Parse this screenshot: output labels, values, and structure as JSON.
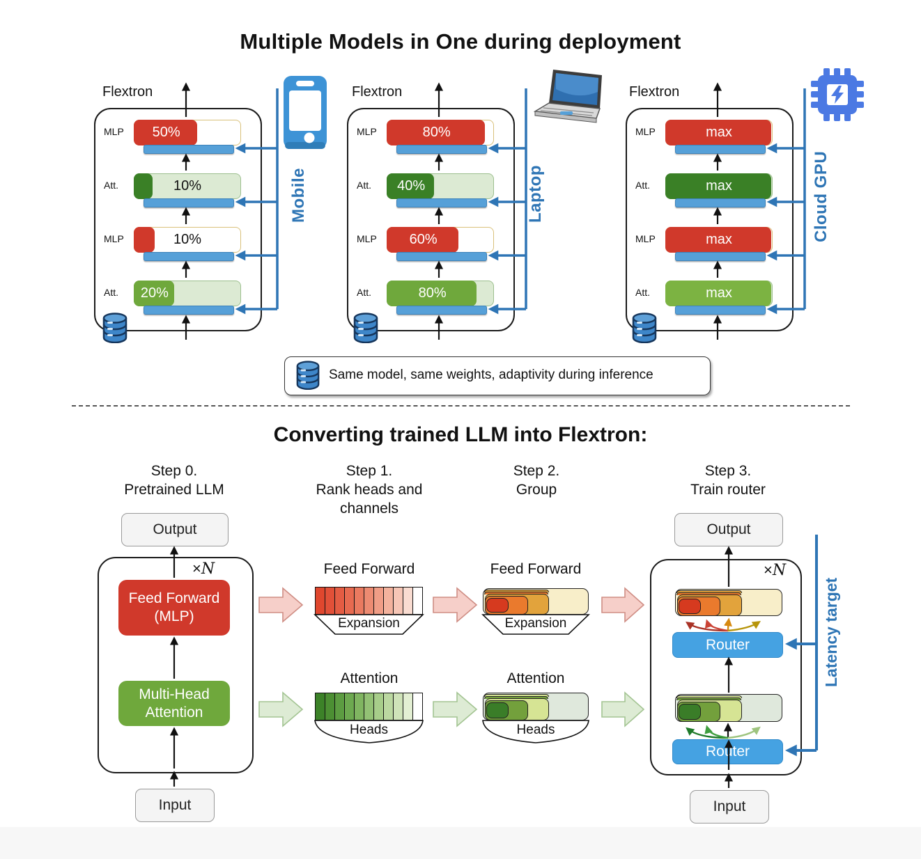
{
  "colors": {
    "red": "#d0392b",
    "greenDark": "#3a8026",
    "greenMid": "#6fa83c",
    "greenLight": "#7cb342",
    "attBg": "#dcead3",
    "attBorder": "#9cbf8e",
    "mlpBorder": "#d9c07a",
    "blueBar": "#56a0d8",
    "blueBarEdge": "#3c82ba",
    "lineBlue": "#2e75b5",
    "devBlue": "#3d93d6",
    "chipBlue": "#4b79e3",
    "routerBlue": "#45a2e2",
    "routerEdge": "#2f88c8",
    "cream": "#f8eec9",
    "amber": "#e2a33c",
    "orangeN": "#ea7a2d",
    "redN": "#d63a1f",
    "attC": "#dfe8dc",
    "attL": "#d6e494",
    "attM": "#73a03c",
    "attD": "#3a7d28",
    "ff_cells": [
      "#e0472e",
      "#e25038",
      "#e45c43",
      "#e76a50",
      "#ea7a60",
      "#ed8b72",
      "#f09d86",
      "#f3b29d",
      "#f6c6b6",
      "#f9dcd1",
      "#ffffff"
    ],
    "att_cells": [
      "#3c8228",
      "#4c8f33",
      "#5c9c41",
      "#6da950",
      "#80b561",
      "#93c175",
      "#a7cd8a",
      "#bbd8a1",
      "#cfe3b9",
      "#e3efd3",
      "#ffffff"
    ]
  },
  "top": {
    "title": "Multiple Models in One during deployment",
    "legend": "Same model, same weights, adaptivity during inference",
    "panels": [
      {
        "name": "Flextron",
        "device": "Mobile",
        "layers": [
          {
            "label": "MLP",
            "value": "50%",
            "fill": 60,
            "span": 60,
            "color": "#d0392b",
            "text": "#ffffff"
          },
          {
            "label": "Att.",
            "value": "10%",
            "fill": 18,
            "span": 100,
            "color": "#3a8026",
            "text": "#111111"
          },
          {
            "label": "MLP",
            "value": "10%",
            "fill": 20,
            "span": 100,
            "color": "#d0392b",
            "text": "#111111"
          },
          {
            "label": "Att.",
            "value": "20%",
            "fill": 38,
            "span": 38,
            "color": "#6fa83c",
            "text": "#ffffff"
          }
        ]
      },
      {
        "name": "Flextron",
        "device": "Laptop",
        "layers": [
          {
            "label": "MLP",
            "value": "80%",
            "fill": 93,
            "span": 93,
            "color": "#d0392b",
            "text": "#ffffff"
          },
          {
            "label": "Att.",
            "value": "40%",
            "fill": 45,
            "span": 45,
            "color": "#3a8026",
            "text": "#ffffff"
          },
          {
            "label": "MLP",
            "value": "60%",
            "fill": 68,
            "span": 68,
            "color": "#d0392b",
            "text": "#ffffff"
          },
          {
            "label": "Att.",
            "value": "80%",
            "fill": 85,
            "span": 85,
            "color": "#6fa83c",
            "text": "#ffffff"
          }
        ]
      },
      {
        "name": "Flextron",
        "device": "Cloud GPU",
        "layers": [
          {
            "label": "MLP",
            "value": "max",
            "fill": 100,
            "span": 100,
            "color": "#d0392b",
            "text": "#ffffff"
          },
          {
            "label": "Att.",
            "value": "max",
            "fill": 100,
            "span": 100,
            "color": "#3a8026",
            "text": "#ffffff"
          },
          {
            "label": "MLP",
            "value": "max",
            "fill": 100,
            "span": 100,
            "color": "#d0392b",
            "text": "#ffffff"
          },
          {
            "label": "Att.",
            "value": "max",
            "fill": 100,
            "span": 100,
            "color": "#7cb342",
            "text": "#ffffff"
          }
        ]
      }
    ]
  },
  "bottom": {
    "title": "Converting trained LLM into Flextron:",
    "steps": [
      {
        "line1": "Step 0.",
        "line2": "Pretrained LLM",
        "line3": ""
      },
      {
        "line1": "Step 1.",
        "line2": "Rank heads and",
        "line3": "channels"
      },
      {
        "line1": "Step 2.",
        "line2": "Group",
        "line3": ""
      },
      {
        "line1": "Step 3.",
        "line2": "Train router",
        "line3": ""
      }
    ],
    "labels": {
      "output": "Output",
      "input": "Input",
      "times": "×",
      "n": "N",
      "ff1": "Feed Forward",
      "ff2": "(MLP)",
      "mha1": "Multi-Head",
      "mha2": "Attention",
      "feed_forward": "Feed Forward",
      "attention": "Attention",
      "expansion": "Expansion",
      "heads": "Heads",
      "router": "Router",
      "latency": "Latency target"
    }
  }
}
